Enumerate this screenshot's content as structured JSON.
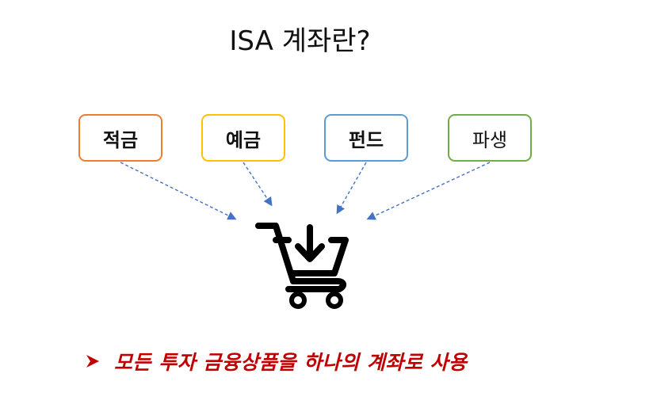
{
  "title": "ISA 계좌란?",
  "products": [
    {
      "label": "적금",
      "color": "#ed7d31"
    },
    {
      "label": "예금",
      "color": "#ffc000"
    },
    {
      "label": "펀드",
      "color": "#5b9bd5"
    },
    {
      "label": "파생",
      "color": "#70ad47"
    }
  ],
  "arrow_color": "#4472c4",
  "cart_icon": "shopping-cart-download-icon",
  "bullet": {
    "icon": "arrow-bullet-icon",
    "text": "모든 투자 금융상품을 하나의 계좌로 사용",
    "color": "#c00000"
  }
}
